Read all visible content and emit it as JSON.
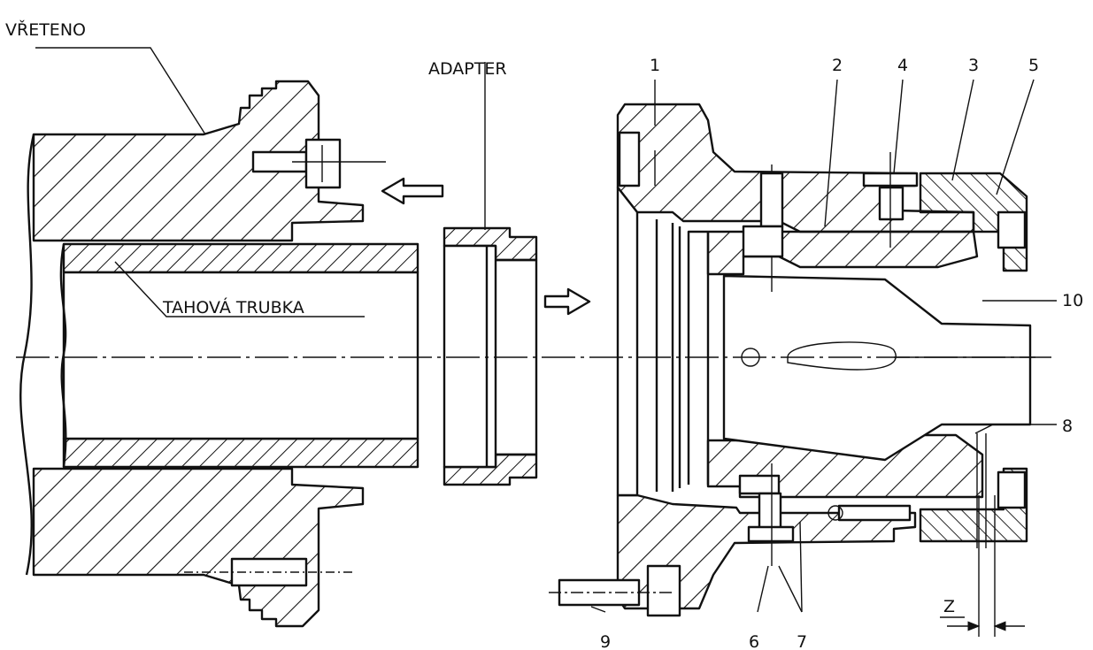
{
  "labels": {
    "spindle": "VŘETENO",
    "adapter": "ADAPTER",
    "draw_tube": "TAHOVÁ TRUBKA",
    "gap": "Z"
  },
  "positions": [
    "1",
    "2",
    "3",
    "4",
    "5",
    "6",
    "7",
    "8",
    "9",
    "10"
  ]
}
